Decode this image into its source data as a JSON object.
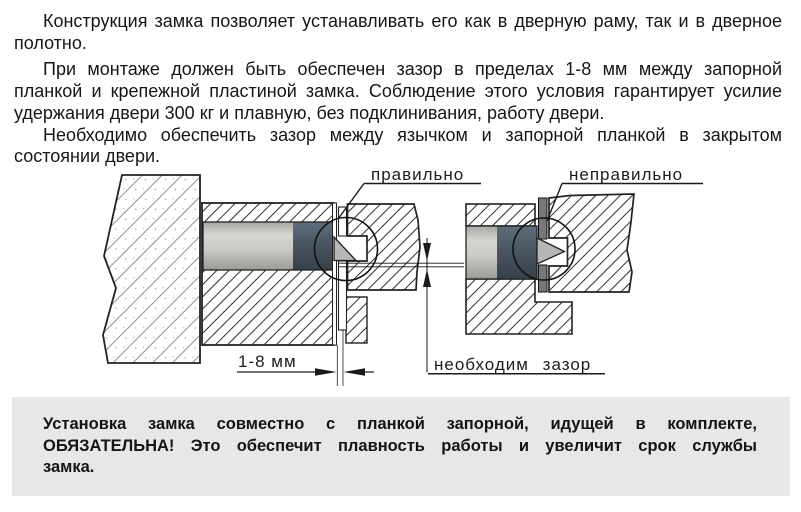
{
  "intro": {
    "paragraphs": [
      {
        "lines": [
          "Конструкция замка позволяет устанавливать его как в дверную раму, так и в дверное",
          "полотно."
        ]
      },
      {
        "lines": [
          "При монтаже должен быть обеспечен зазор в пределах 1-8 мм между запорной",
          "планкой и крепежной пластиной замка. Соблюдение этого условия гарантирует усилие",
          "удержания двери 300 кг и плавную, без подклинивания, работу двери."
        ]
      },
      {
        "lines": [
          "Необходимо обеспечить зазор между язычком и запорной планкой в закрытом",
          "состоянии двери."
        ]
      }
    ]
  },
  "diagram": {
    "correct_label": "правильно",
    "incorrect_label": "неправильно",
    "dimension_label": "1-8 мм",
    "gap_label": "необходим зазор"
  },
  "note": {
    "lines": [
      "Установка замка совместно с планкой запорной, идущей в комплекте,",
      "ОБЯЗАТЕЛЬНА! Это обеспечит плавность работы и увеличит срок службы",
      "замка."
    ]
  },
  "colors": {
    "note_bg": "#e7e7e7",
    "bolt_light": "#cccac7",
    "bolt_dark": "#4b5662",
    "latch_gray": "#b7b7b7",
    "plate_dark": "#75797e",
    "line_color": "#1f1f1f"
  }
}
